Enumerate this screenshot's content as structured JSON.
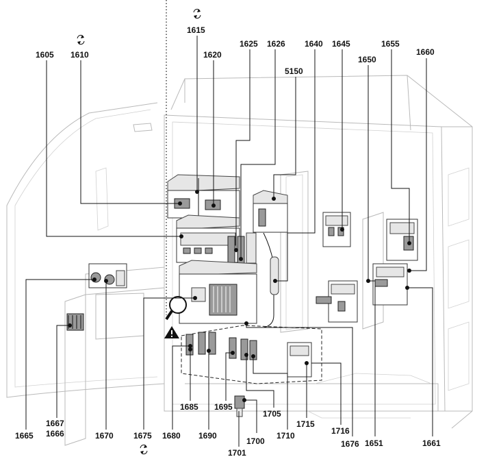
{
  "labels": {
    "l1605": "1605",
    "l1610": "1610",
    "l1615": "1615",
    "l1620": "1620",
    "l1625": "1625",
    "l1626": "1626",
    "l1640": "1640",
    "l1645": "1645",
    "l1650": "1650",
    "l1651": "1651",
    "l1655": "1655",
    "l1660": "1660",
    "l1661": "1661",
    "l1665": "1665",
    "l1666": "1666",
    "l1667": "1667",
    "l1670": "1670",
    "l1675": "1675",
    "l1676": "1676",
    "l1680": "1680",
    "l1685": "1685",
    "l1690": "1690",
    "l1695": "1695",
    "l1700": "1700",
    "l1701": "1701",
    "l1705": "1705",
    "l1710": "1710",
    "l1715": "1715",
    "l1716": "1716",
    "l5150": "5150"
  },
  "icons": {
    "rotate": "rotate-arrows-icon",
    "warning": "warning-triangle-icon",
    "magnifier": "magnifier-icon"
  },
  "colors": {
    "line": "#111111",
    "cabinet": "#b9b9b9"
  }
}
